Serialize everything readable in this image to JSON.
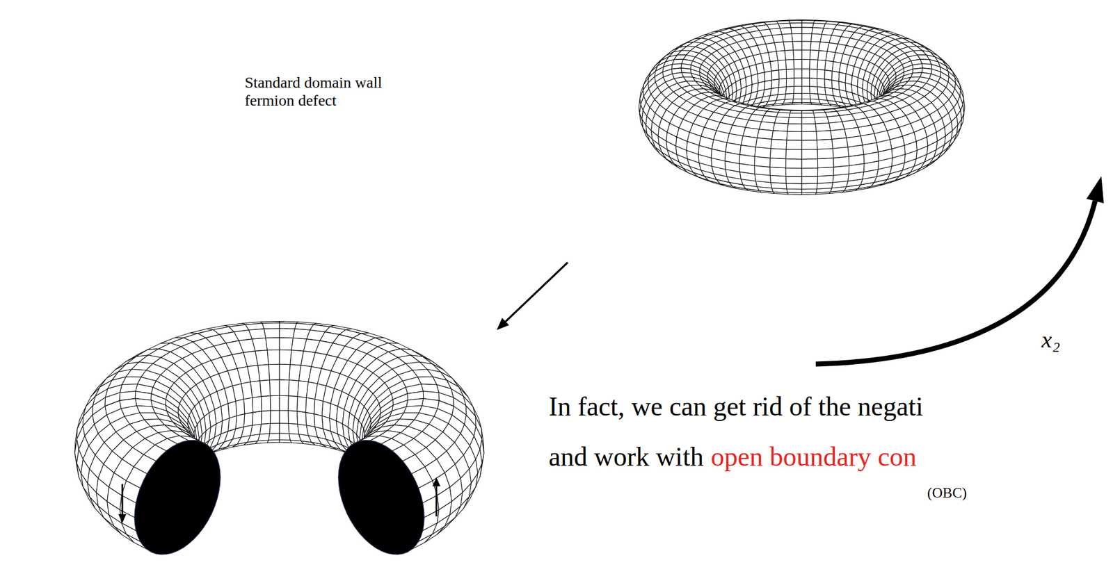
{
  "diagram": {
    "labels": [
      "Standard domain wall fermion defect",
      "x₂",
      "In fact, we can get rid of the negati",
      "and work with",
      "open boundary con",
      "(OBC)"
    ]
  }
}
